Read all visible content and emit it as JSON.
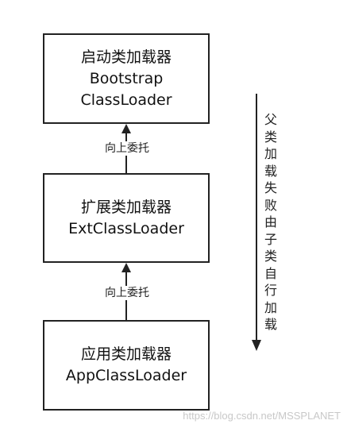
{
  "boxes": {
    "bootstrap": {
      "line1": "启动类加载器",
      "line2": "Bootstrap",
      "line3": "ClassLoader"
    },
    "ext": {
      "line1": "扩展类加载器",
      "line2": "ExtClassLoader"
    },
    "app": {
      "line1": "应用类加载器",
      "line2": "AppClassLoader"
    }
  },
  "edges": {
    "ext_to_bootstrap": "向上委托",
    "app_to_ext": "向上委托"
  },
  "side_note": "父类加载失败由子类自行加载",
  "watermark": "https://blog.csdn.net/MSSPLANET",
  "colors": {
    "line": "#222222",
    "text": "#111111",
    "watermark": "#c8c8c8"
  }
}
